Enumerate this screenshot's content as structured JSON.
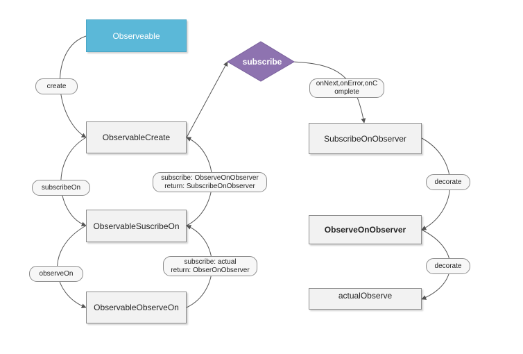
{
  "nodes": {
    "observeable": "Observeable",
    "observable_create": "ObservableCreate",
    "observable_subscribe_on": "ObservableSuscribeOn",
    "observable_observe_on": "ObservableObserveOn",
    "subscribe": "subscribe",
    "subscribe_on_observer": "SubscribeOnObserver",
    "observe_on_observer": "ObserveOnObserver",
    "actual_observe": "actualObserve"
  },
  "edge_labels": {
    "create": "create",
    "subscribe_on": "subscribeOn",
    "observe_on": "observeOn",
    "subscribe_create_line1": "subscribe: ObserveOnObserver",
    "subscribe_create_line2": "return: SubscribeOnObserver",
    "subscribe_suscribe_line1": "subscribe: actual",
    "subscribe_suscribe_line2": "return: ObserOnObserver",
    "on_next_line1": "onNext,onError,onC",
    "on_next_line2": "omplete",
    "decorate_1": "decorate",
    "decorate_2": "decorate"
  },
  "colors": {
    "start_node": "#5bb8d8",
    "decision_node": "#8e73b0",
    "edge": "#555555",
    "node_fill": "#f2f2f2"
  }
}
